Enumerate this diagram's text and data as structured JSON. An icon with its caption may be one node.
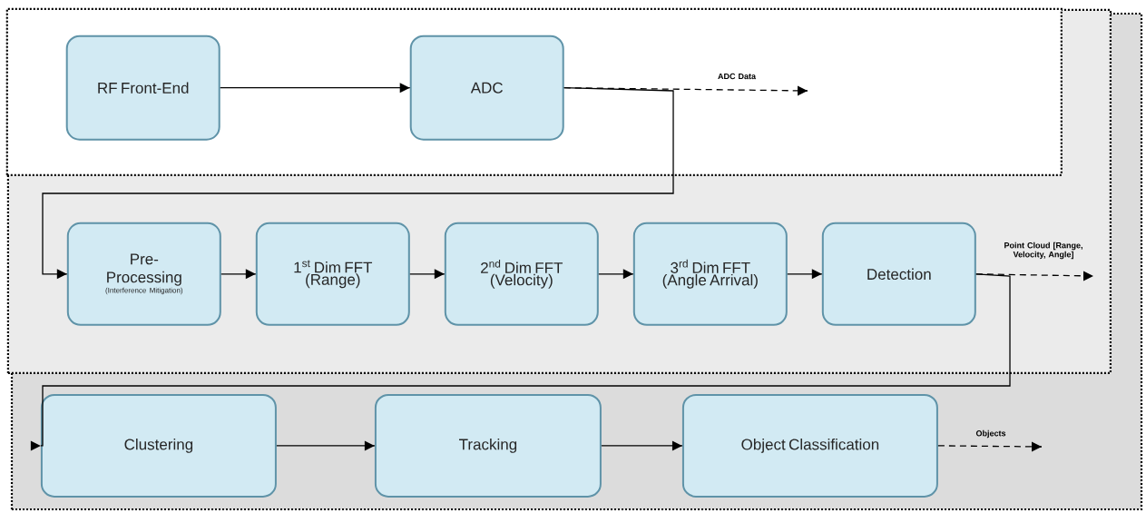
{
  "diagram": {
    "nodes": [
      {
        "text": [],
        "shape": "box"
      },
      {
        "text": [],
        "shape": "box",
        "in": 0
      },
      {
        "text": [],
        "shape": "box",
        "in": 1
      },
      {
        "text": [
          "RF Front-End"
        ],
        "in": 2
      },
      {
        "text": [
          "ADC"
        ],
        "in": 2
      },
      {
        "text": [
          "Pre-Processing",
          "(Interference Mitigation)"
        ],
        "in": 1
      },
      {
        "text": [
          "1$^{st}$ Dim FFT (Range)"
        ],
        "in": 1
      },
      {
        "text": [
          "2$^{nd}$ Dim FFT (Velocity)"
        ],
        "in": 1
      },
      {
        "text": [
          "3$^{rd}$ Dim FFT (Angle Arrival)"
        ],
        "in": 1
      },
      {
        "text": [
          "Detection"
        ],
        "in": 1
      },
      {
        "text": [
          "Clustering"
        ],
        "in": 0
      },
      {
        "text": [
          "Tracking"
        ],
        "in": 0
      },
      {
        "text": [
          "Object Classification"
        ],
        "in": 0
      }
    ],
    "edges": [
      {
        "from": 3,
        "to": 4,
        "arrow": "to"
      },
      {
        "from": 4,
        "to": 5,
        "arrow": "to"
      },
      {
        "from": 4,
        "to": null,
        "arrow": "to",
        "label": "ADC Data",
        "style": "dashed"
      },
      {
        "from": 5,
        "to": 6,
        "arrow": "to"
      },
      {
        "from": 6,
        "to": 7,
        "arrow": "to"
      },
      {
        "from": 7,
        "to": 8,
        "arrow": "to"
      },
      {
        "from": 8,
        "to": 9,
        "arrow": "to"
      },
      {
        "from": 9,
        "to": null,
        "arrow": "to",
        "label": "Point Cloud [Range, Velocity, Angle]",
        "style": "dashed"
      },
      {
        "from": 9,
        "to": 10,
        "arrow": "to"
      },
      {
        "from": 10,
        "to": 11,
        "arrow": "to"
      },
      {
        "from": 11,
        "to": 12,
        "arrow": "to"
      },
      {
        "from": 12,
        "to": null,
        "arrow": "to",
        "label": "Objects",
        "style": "dashed"
      }
    ]
  }
}
